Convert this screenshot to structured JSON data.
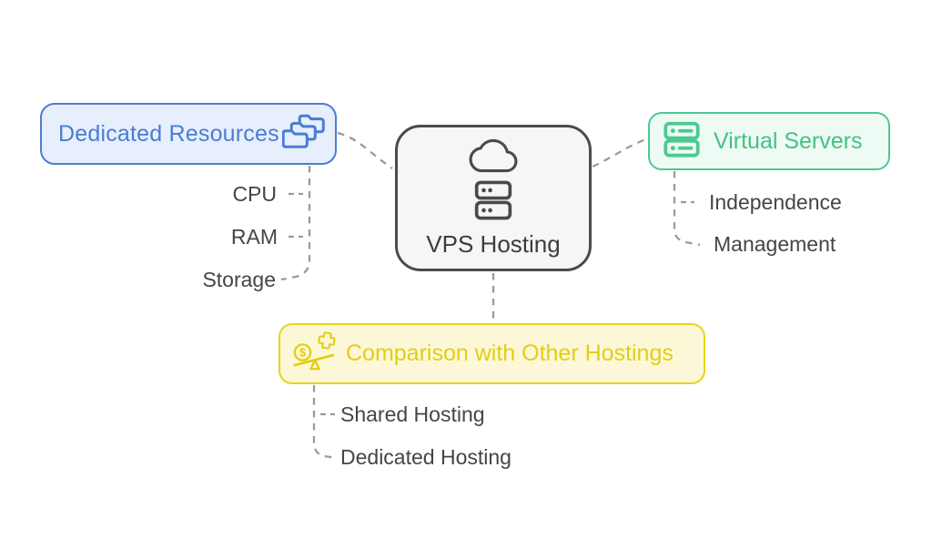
{
  "canvas": {
    "background": "#ffffff"
  },
  "center_node": {
    "label": "VPS Hosting",
    "icon": "cloud-server-icon",
    "border_color": "#4b4b4b",
    "bg_color": "#f6f6f6",
    "text_color": "#3d3d3d"
  },
  "branches": {
    "dedicated_resources": {
      "label": "Dedicated Resources",
      "icon": "folders-icon",
      "text_color": "#4a7dd3",
      "border_color": "#4a7dd3",
      "bg_color": "#e7eefc",
      "children": {
        "cpu": "CPU",
        "ram": "RAM",
        "storage": "Storage"
      }
    },
    "virtual_servers": {
      "label": "Virtual Servers",
      "icon": "server-icon",
      "text_color": "#42c383",
      "border_color": "#4cc98f",
      "bg_color": "#eefaf4",
      "children": {
        "independence": "Independence",
        "management": "Management"
      }
    },
    "comparison": {
      "label": "Comparison with Other Hostings",
      "icon": "scale-coin-plus-icon",
      "text_color": "#e2ce14",
      "border_color": "#e7d31d",
      "bg_color": "#fcf8d7",
      "children": {
        "shared": "Shared Hosting",
        "dedicated": "Dedicated Hosting"
      }
    }
  },
  "connector_color": "#9b9b9b",
  "child_label_color": "#454545"
}
